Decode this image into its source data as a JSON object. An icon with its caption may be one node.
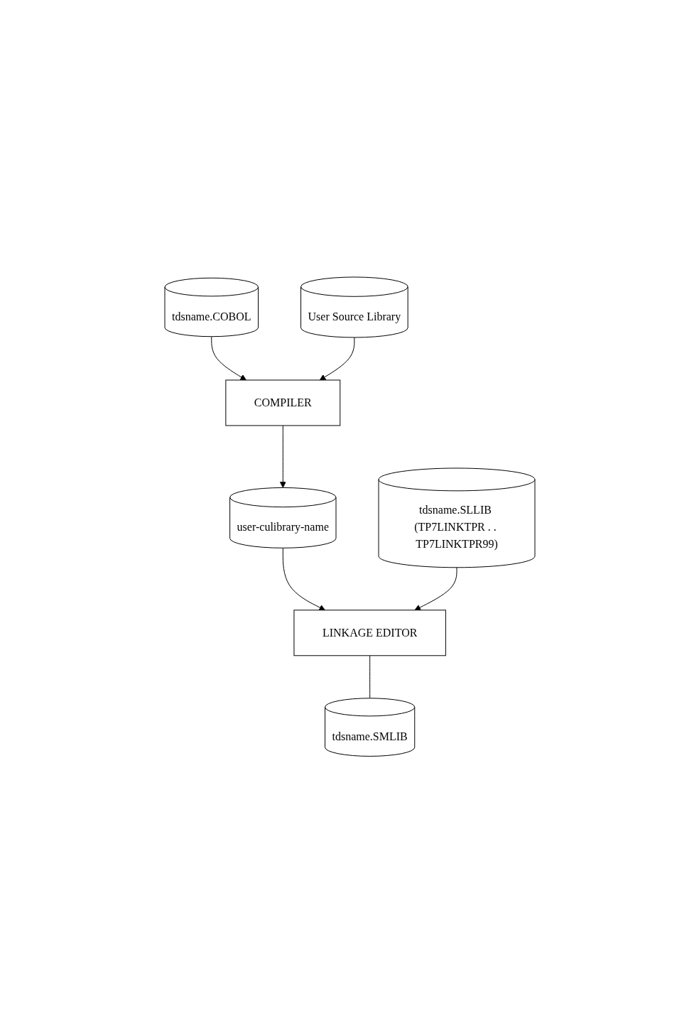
{
  "diagram": {
    "nodes": [
      {
        "text": [
          "tdsname.COBOL"
        ]
      },
      {
        "text": [
          "User Source Library"
        ]
      },
      {
        "text": [
          "COMPILER"
        ]
      },
      {
        "text": [
          "user-culibrary-name"
        ]
      },
      {
        "text": [
          "tdsname.SLLIB (TP7LINKTPR . . TP7LINKTPR99)"
        ]
      },
      {
        "text": [
          "LINKAGE EDITOR"
        ]
      },
      {
        "text": [
          "tdsname.SMLIB"
        ]
      }
    ],
    "edges": [
      {
        "from": 0,
        "to": 2,
        "arrow": "to"
      },
      {
        "from": 1,
        "to": 2,
        "arrow": "to"
      },
      {
        "from": 2,
        "to": 3,
        "arrow": "to"
      },
      {
        "from": 3,
        "to": 5,
        "arrow": "to"
      },
      {
        "from": 4,
        "to": 5,
        "arrow": "to"
      },
      {
        "from": 5,
        "to": 6,
        "arrow": "none"
      }
    ]
  }
}
